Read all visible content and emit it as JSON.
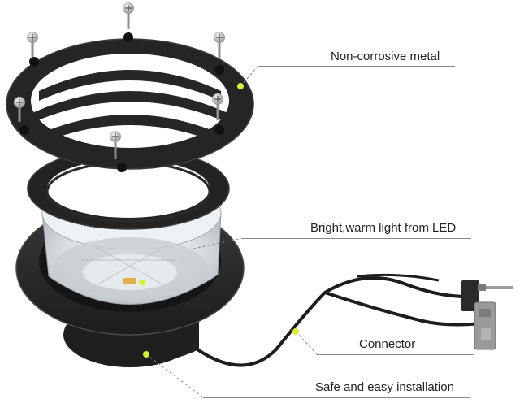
{
  "labels": {
    "metal": "Non-corrosive metal",
    "led": "Bright,warm light from LED",
    "connector": "Connector",
    "installation": "Safe and easy installation"
  },
  "colors": {
    "ring": "#262626",
    "ring_edge": "#444444",
    "accent_dot": "#d8ef3c",
    "leader": "#888888",
    "glass": "#e6e9ec",
    "cable": "#1d1d1d",
    "connector_gray": "#9a9a9a"
  },
  "icons": [
    "screw-icon",
    "led-chip-icon",
    "connector-plug-icon"
  ]
}
